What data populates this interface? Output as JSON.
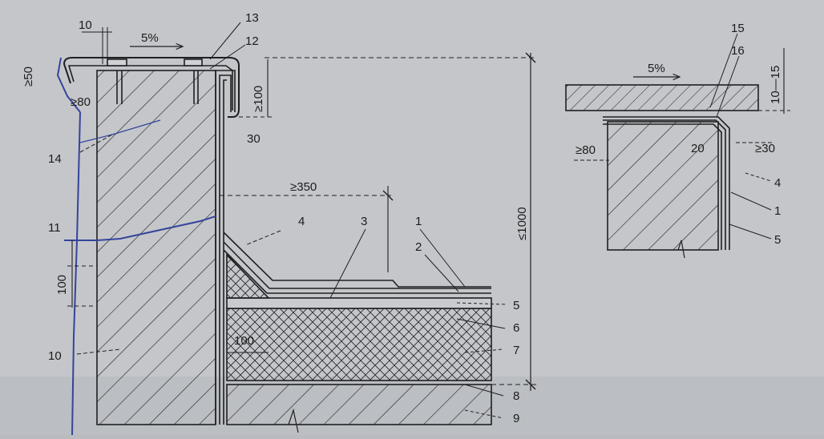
{
  "colors": {
    "paper": "#c4c6ca",
    "paper_shadow": "#a9abb0",
    "ink": "#202022",
    "pen": "#34449a",
    "hatch": "#2a2a2c"
  },
  "main_detail": {
    "parapet": {
      "dim_top_gap": "10",
      "slope": "5%",
      "dim_left_drop": "≥50",
      "dim_overlap": "≥80",
      "dim_apron_down": "≥100",
      "dim_apron_gap": "30",
      "dim_upturn_length": "≥350",
      "dim_max_height": "≤1000",
      "dim_anchor_spacing": "100",
      "dim_fillet": "100"
    },
    "callouts": {
      "c1": "1",
      "c2": "2",
      "c3": "3",
      "c4": "4",
      "c5": "5",
      "c6": "6",
      "c7": "7",
      "c8": "8",
      "c9": "9",
      "c10_left": "10",
      "c11": "11",
      "c12": "12",
      "c13": "13",
      "c14": "14"
    }
  },
  "side_detail": {
    "slope": "5%",
    "dim_gap": "10—15",
    "dim_overlap": "≥80",
    "dim_layer": "20",
    "dim_offset": "≥30",
    "callouts": {
      "c15": "15",
      "c16": "16",
      "c4": "4",
      "c1": "1",
      "c5": "5"
    }
  }
}
